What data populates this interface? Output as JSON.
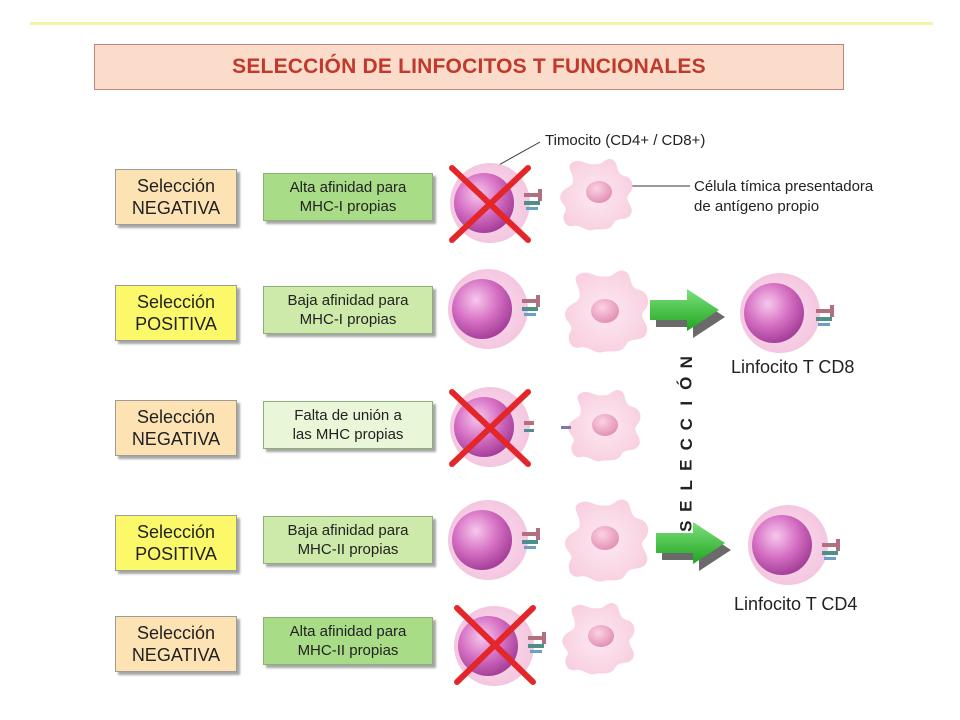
{
  "title": "SELECCIÓN DE LINFOCITOS T FUNCIONALES",
  "rows": [
    {
      "selection": "Selección\nNEGATIVA",
      "type": "negative",
      "affinity": "Alta afinidad para\nMHC-I propias"
    },
    {
      "selection": "Selección\nPOSITIVA",
      "type": "positive",
      "affinity": "Baja afinidad para\nMHC-I propias"
    },
    {
      "selection": "Selección\nNEGATIVA",
      "type": "negative",
      "affinity": "Falta de unión a\nlas MHC propias"
    },
    {
      "selection": "Selección\nPOSITIVA",
      "type": "positive",
      "affinity": "Baja afinidad para\nMHC-II propias"
    },
    {
      "selection": "Selección\nNEGATIVA",
      "type": "negative",
      "affinity": "Alta afinidad para\nMHC-II propias"
    }
  ],
  "labels": {
    "thymocyte": "Timocito (CD4+ / CD8+)",
    "thymic_cell_line1": "Célula tímica presentadora",
    "thymic_cell_line2": "de antígeno propio",
    "cd8": "Linfocito T CD8",
    "cd4": "Linfocito T CD4",
    "vertical_selection": "SELECCIÓN"
  },
  "colors": {
    "title_text": "#c0392b",
    "negative_box": "#fde3b4",
    "positive_box": "#fbf96a",
    "cross": "#e3262a",
    "arrow": "#2ebd2e"
  }
}
